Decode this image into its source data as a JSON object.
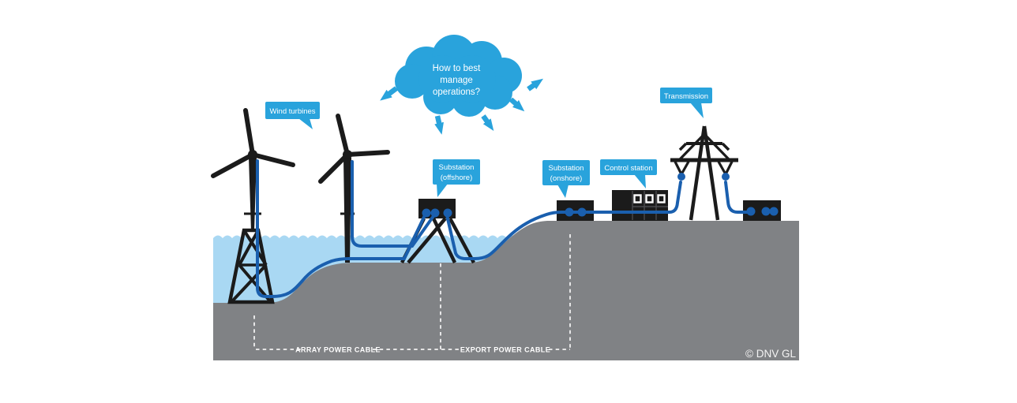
{
  "cloud": {
    "line1": "How to best",
    "line2": "manage",
    "line3": "operations?"
  },
  "labels": {
    "wind_turbines": "Wind turbines",
    "substation_offshore_l1": "Substation",
    "substation_offshore_l2": "(offshore)",
    "substation_onshore_l1": "Substation",
    "substation_onshore_l2": "(onshore)",
    "control_station": "Control station",
    "transmission": "Transmission"
  },
  "cable_annotations": {
    "array": "ARRAY POWER CABLE",
    "export": "EXPORT POWER CABLE"
  },
  "copyright": "© DNV GL",
  "colors": {
    "accent_blue": "#29A3DC",
    "cable_blue": "#1A5FAE",
    "water_blue": "#A9D8F3",
    "land_gray": "#808285",
    "structure_black": "#1B1B1B"
  }
}
